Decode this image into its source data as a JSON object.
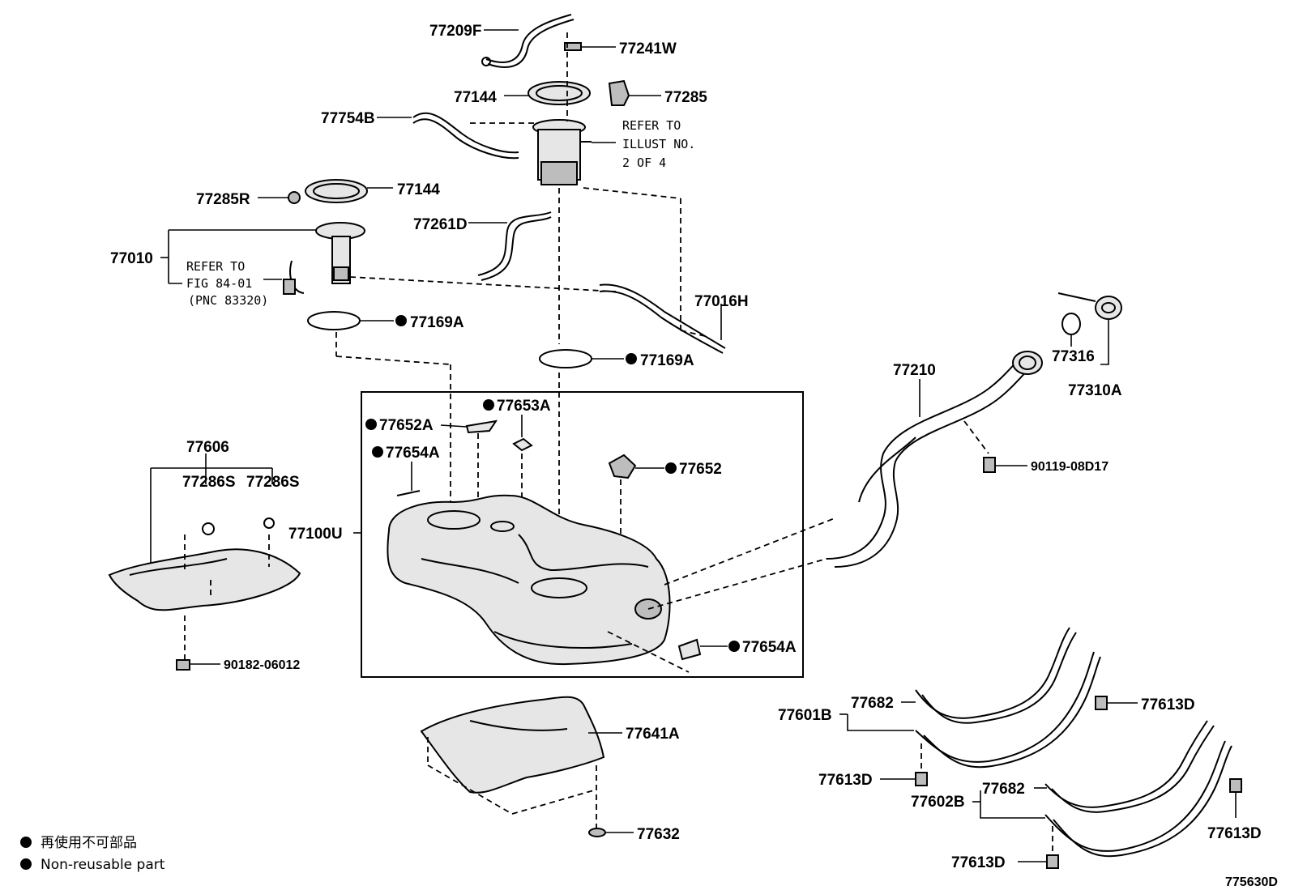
{
  "diagram": {
    "labels": {
      "p77209F": "77209F",
      "p77241W": "77241W",
      "p77144a": "77144",
      "p77285": "77285",
      "p77754B": "77754B",
      "p77285R": "77285R",
      "p77144b": "77144",
      "p77010": "77010",
      "p77261D": "77261D",
      "p77169Aa": "77169A",
      "p77169Ab": "77169A",
      "p77016H": "77016H",
      "p77210": "77210",
      "p77316": "77316",
      "p77310A": "77310A",
      "p90119": "90119-08D17",
      "p77606": "77606",
      "p77286Sa": "77286S",
      "p77286Sb": "77286S",
      "p77100U": "77100U",
      "p77652A": "77652A",
      "p77653A": "77653A",
      "p77654Aa": "77654A",
      "p77652": "77652",
      "p77654Ab": "77654A",
      "p90182": "90182-06012",
      "p77641A": "77641A",
      "p77632": "77632",
      "p77601B": "77601B",
      "p77682a": "77682",
      "p77613Da": "77613D",
      "p77613Db": "77613D",
      "p77602B": "77602B",
      "p77682b": "77682",
      "p77613Dc": "77613D",
      "p77613Dd": "77613D"
    },
    "notes": {
      "refer_illust": [
        "REFER TO",
        "ILLUST NO.",
        "2 OF 4"
      ],
      "refer_fig": [
        "REFER TO",
        "FIG 84-01",
        "(PNC 83320)"
      ]
    },
    "legend": {
      "jp": "再使用不可部品",
      "en": "Non-reusable part"
    },
    "figure_id": "775630D"
  }
}
